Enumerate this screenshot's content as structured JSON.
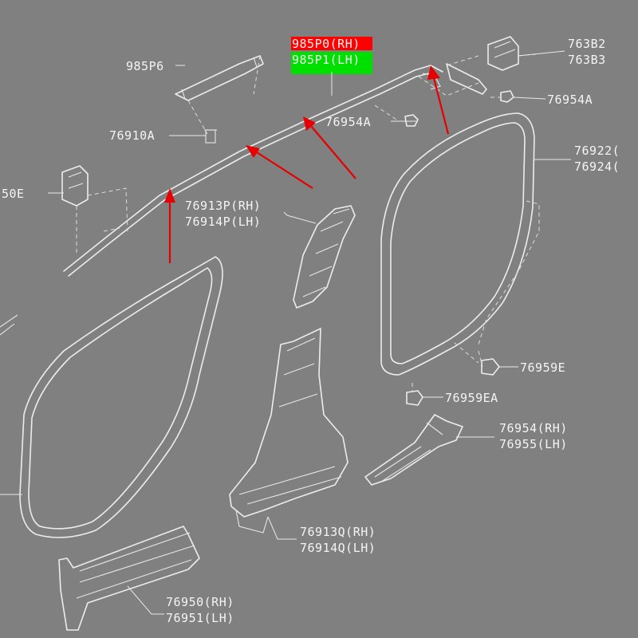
{
  "labels": {
    "l_985p0": "985P0(RH)",
    "l_985p1": "985P1(LH)",
    "l_985p6": "985P6",
    "l_76910a": "76910A",
    "l_76954a_mid": "76954A",
    "l_76954a_top": "76954A",
    "l_763b2": "763B2",
    "l_763b3": "763B3",
    "l_76922": "76922(",
    "l_76924": "76924(",
    "l_50e": "50E",
    "l_76913p": "76913P(RH)",
    "l_76914p": "76914P(LH)",
    "l_76959e": "76959E",
    "l_76959ea": "76959EA",
    "l_76954_rh": "76954(RH)",
    "l_76955_lh": "76955(LH)",
    "l_76913q": "76913Q(RH)",
    "l_76914q": "76914Q(LH)",
    "l_76950": "76950(RH)",
    "l_76951": "76951(LH)"
  },
  "highlight_colors": {
    "rh_marker": "#ff0000",
    "lh_marker": "#00e000",
    "arrow": "#e60000",
    "background": "#808080",
    "linework": "#ececec"
  }
}
